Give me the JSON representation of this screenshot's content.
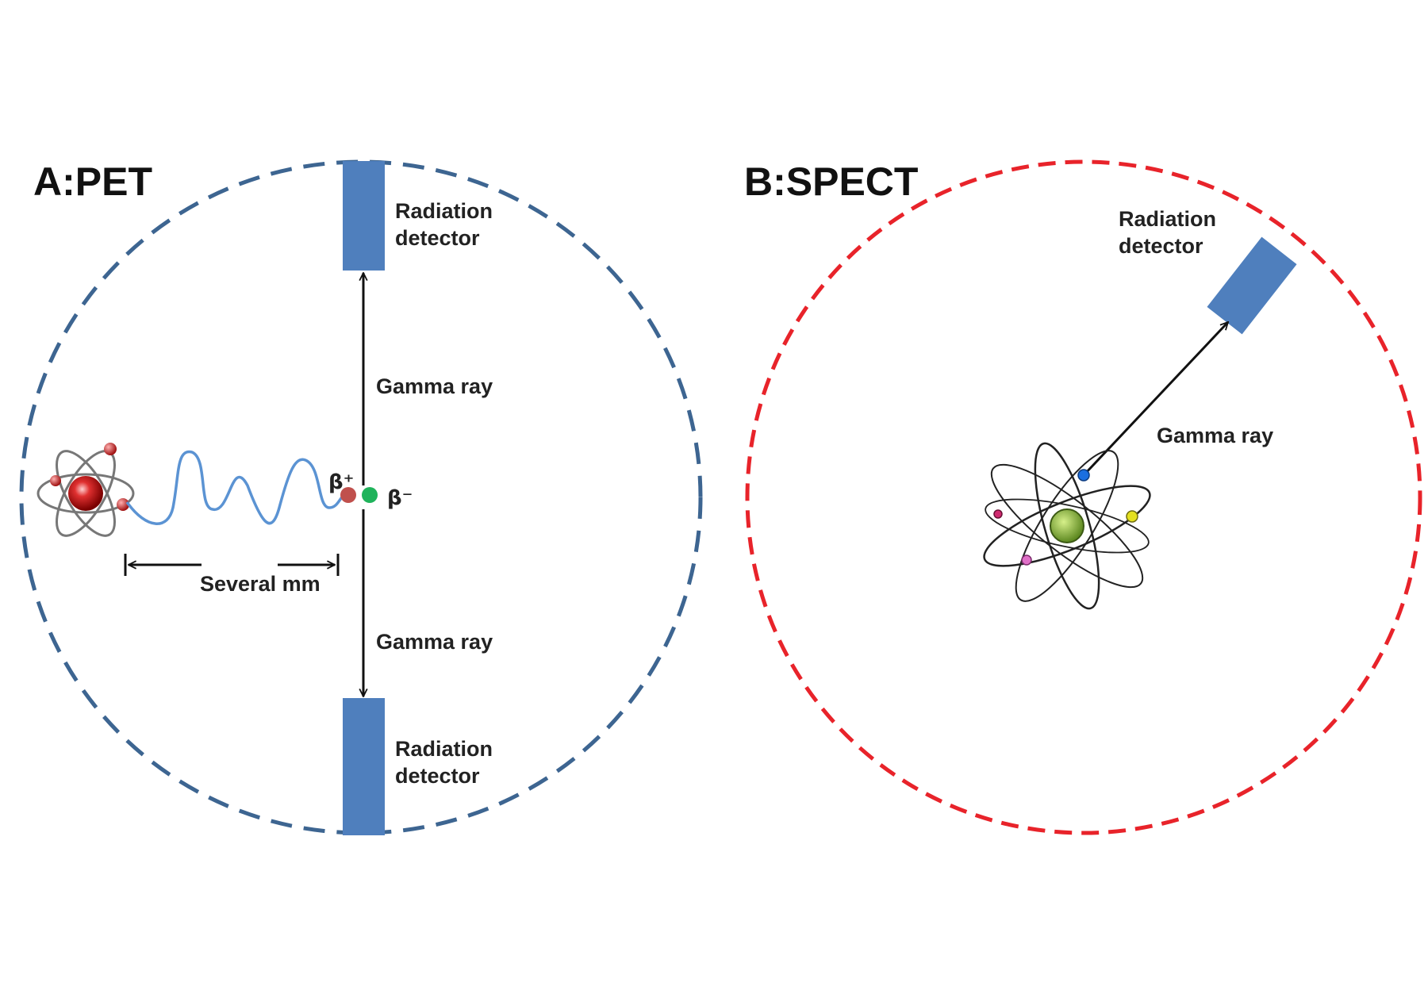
{
  "panel_a": {
    "title": "A:PET",
    "detector_top_label": [
      "Radiation",
      "detector"
    ],
    "detector_bottom_label": [
      "Radiation",
      "detector"
    ],
    "gamma_ray_top": "Gamma ray",
    "gamma_ray_bottom": "Gamma ray",
    "beta_plus": "β⁺",
    "beta_minus": "β⁻",
    "distance_label": "Several mm",
    "circle_color": "#3d6591",
    "detector_color": "#4f7fbd",
    "positron_path_color": "#5b93d3",
    "positron_color": "#c0504d",
    "electron_color": "#1fb35b"
  },
  "panel_b": {
    "title": "B:SPECT",
    "detector_label": [
      "Radiation",
      "detector"
    ],
    "gamma_ray": "Gamma ray",
    "circle_color": "#e8232a",
    "detector_color": "#4f7fbd",
    "nucleus_color": "#7fa832"
  }
}
